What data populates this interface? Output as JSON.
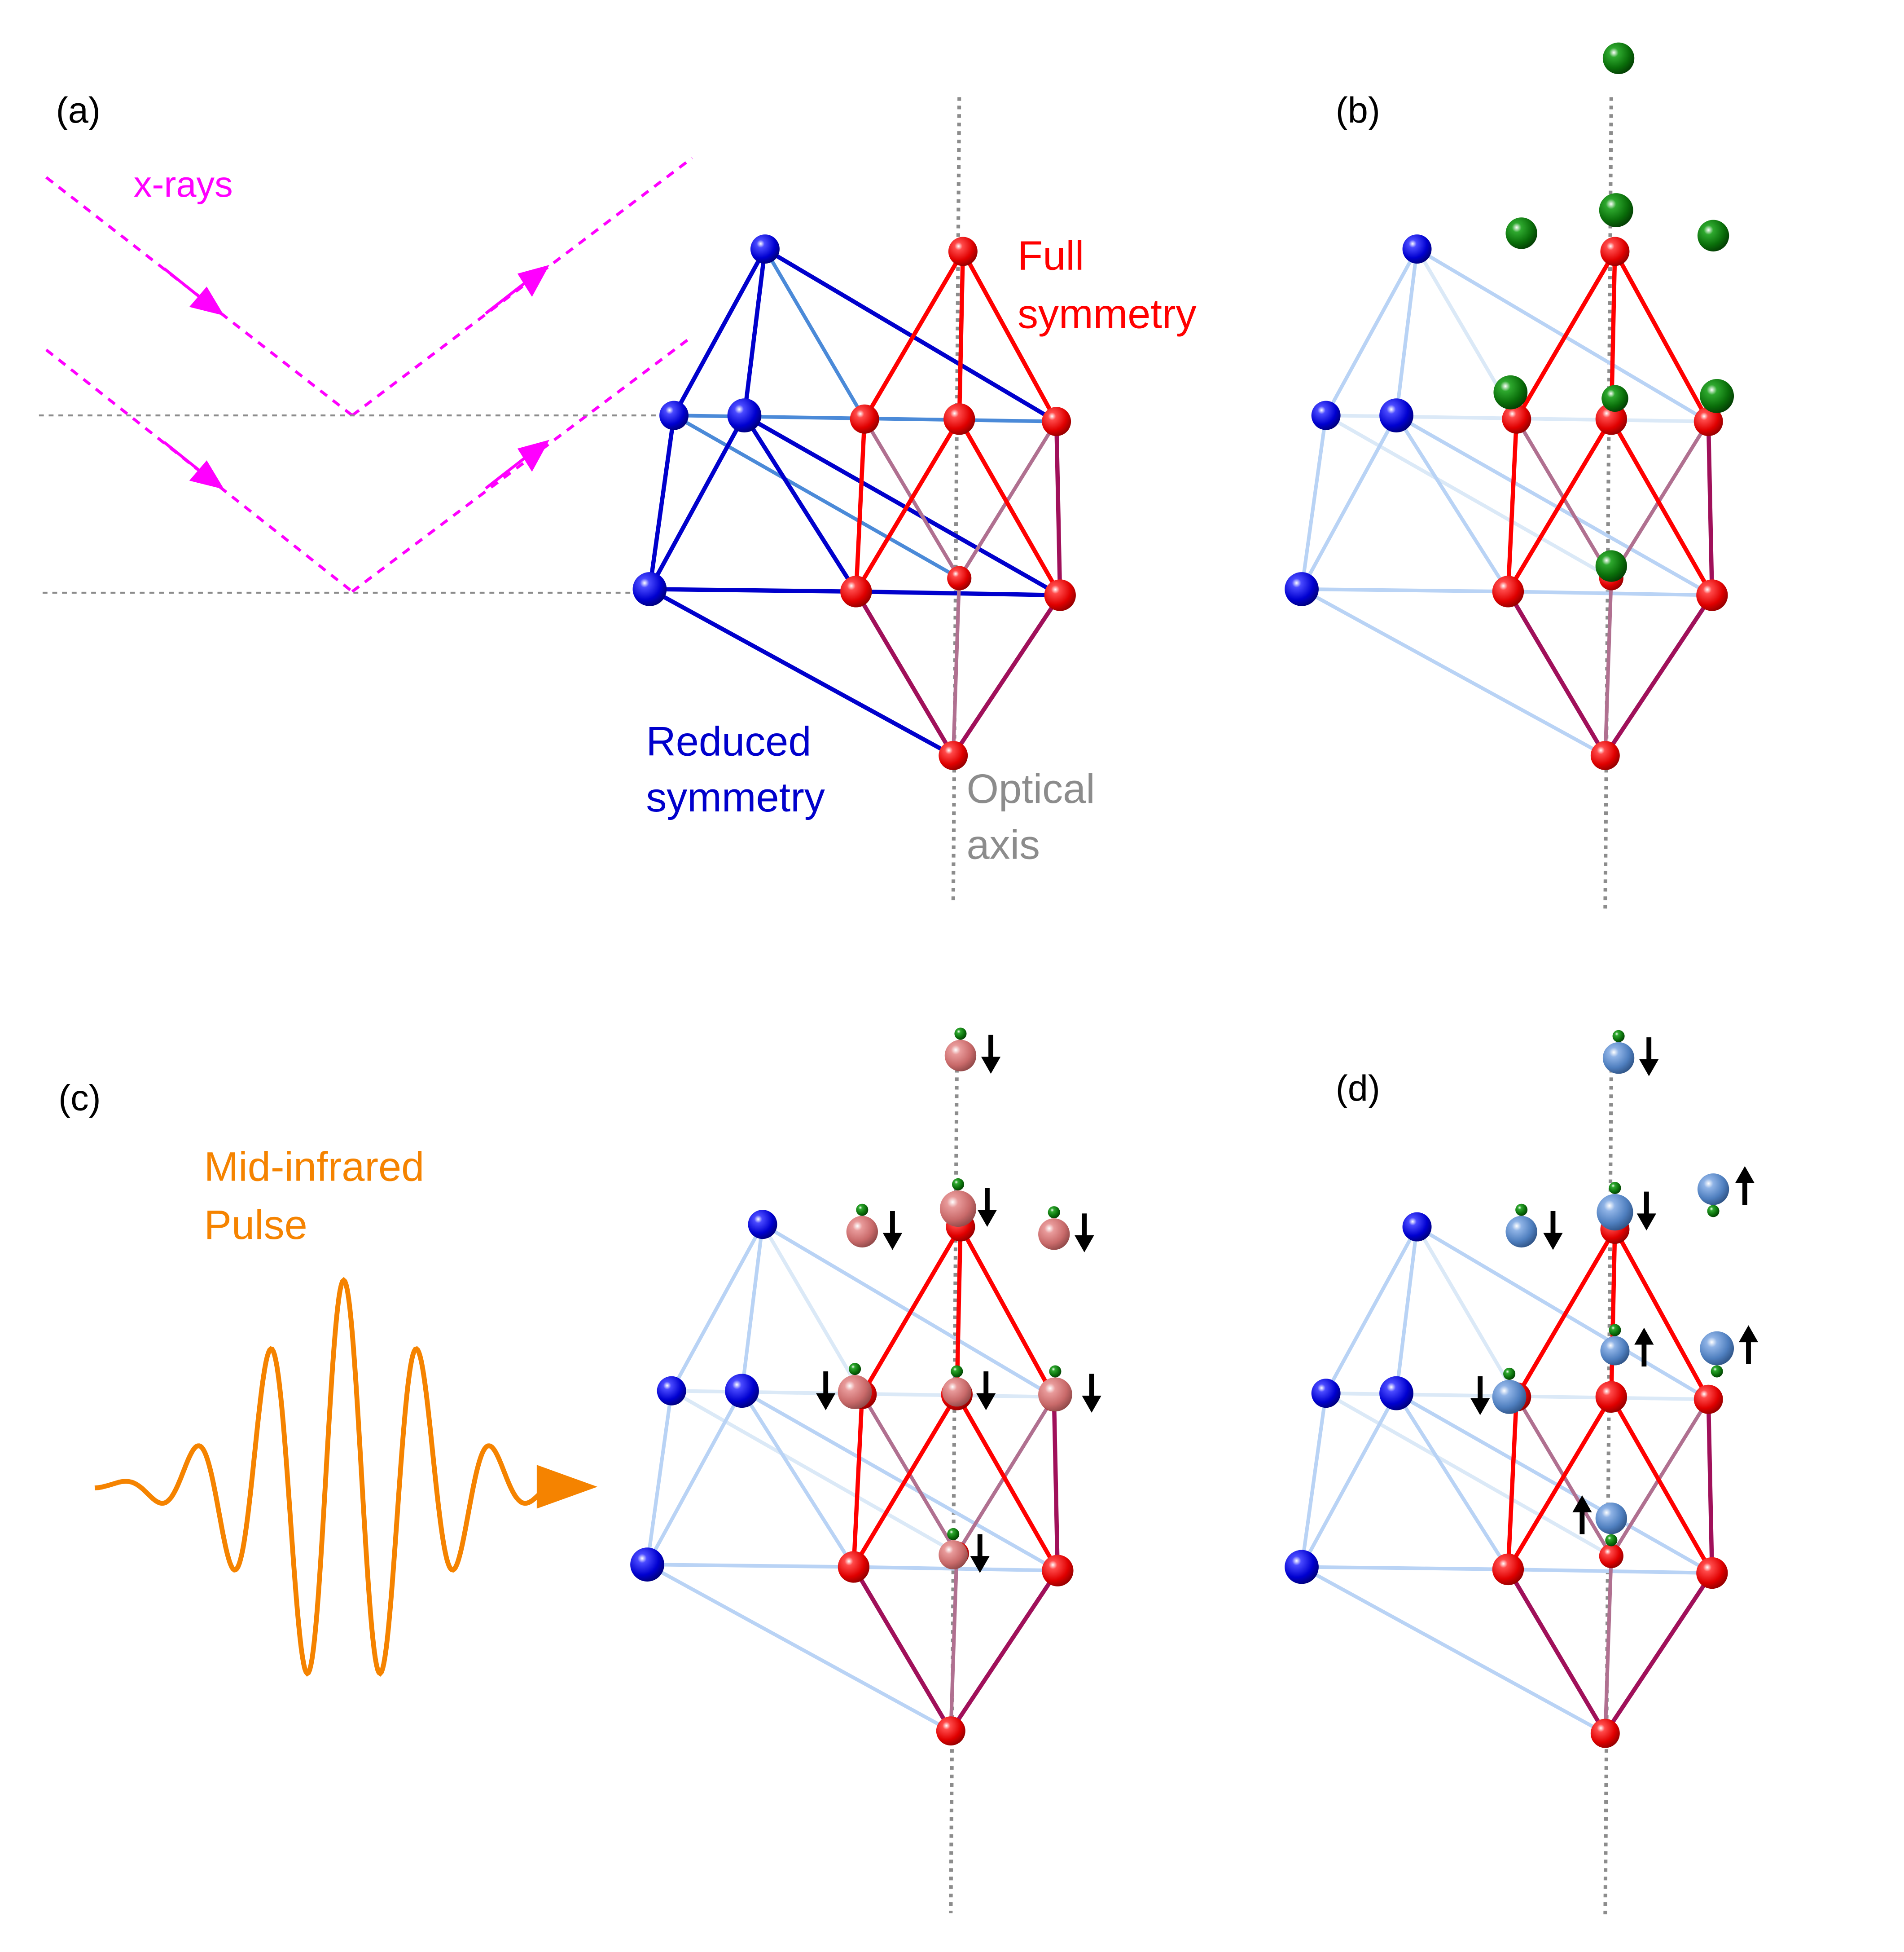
{
  "panels": {
    "a": {
      "tag": "(a)"
    },
    "b": {
      "tag": "(b)"
    },
    "c": {
      "tag": "(c)"
    },
    "d": {
      "tag": "(d)"
    }
  },
  "labels": {
    "xrays": "x-rays",
    "full_symmetry_1": "Full",
    "full_symmetry_2": "symmetry",
    "reduced_symmetry_1": "Reduced",
    "reduced_symmetry_2": "symmetry",
    "optical_axis_1": "Optical",
    "optical_axis_2": "axis",
    "pulse_1": "Mid-infrared",
    "pulse_2": "Pulse"
  },
  "colors": {
    "xray": "#ff00ff",
    "full_symmetry": "#ff0000",
    "reduced_symmetry": "#0000cc",
    "reduced_faded": "#b9d3f5",
    "optical_axis": "#8c8c8c",
    "pulse": "#f58300",
    "spin_atom_c": "#c96a6a",
    "spin_atom_d": "#4f7fbf",
    "ligand": "#0a6e0a",
    "spin_arrow": "#000000"
  },
  "spins": {
    "c": [
      "down",
      "down",
      "down",
      "down",
      "down",
      "down",
      "down",
      "down"
    ],
    "d": [
      "down",
      "down",
      "down",
      "up",
      "up",
      "up",
      "down",
      "up"
    ]
  }
}
